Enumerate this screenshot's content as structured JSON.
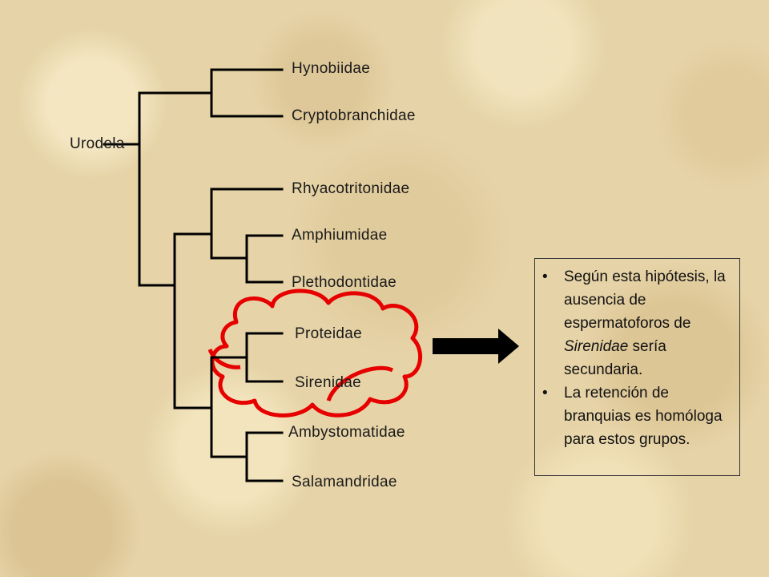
{
  "tree": {
    "root": "Urodela",
    "taxa": [
      "Hynobiidae",
      "Cryptobranchidae",
      "Rhyacotritonidae",
      "Amphiumidae",
      "Plethodontidae",
      "Proteidae",
      "Sirenidae",
      "Ambystomatidae",
      "Salamandridae"
    ],
    "highlighted_taxa": [
      "Proteidae",
      "Sirenidae"
    ]
  },
  "colors": {
    "line": "#000000",
    "highlight": "#e60000",
    "arrow": "#000000"
  },
  "notes": {
    "bullet": "•",
    "items": [
      {
        "text_before": "Según esta hipótesis, la ausencia de espermatoforos de ",
        "italic": "Sirenidae",
        "text_after": " sería secundaria."
      },
      {
        "text_before": "La retención de branquias es homóloga para estos grupos.",
        "italic": "",
        "text_after": ""
      }
    ]
  }
}
